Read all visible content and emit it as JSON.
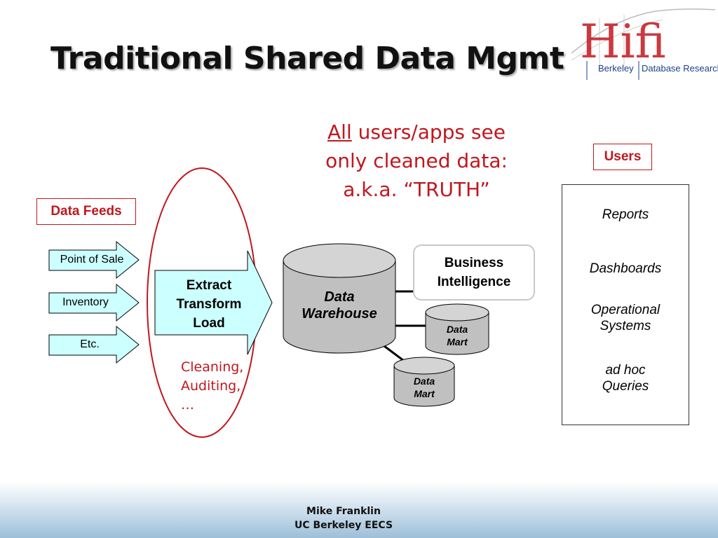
{
  "title": "Traditional Shared Data Mgmt",
  "logo": {
    "mark": "Hifi",
    "left_text": "Berkeley",
    "right_text": "Database Research",
    "colors": {
      "mark": "#c0171e",
      "text": "#1f3f8a"
    }
  },
  "callout": {
    "underlined": "All",
    "line1_rest": " users/apps see",
    "line2": "only cleaned data:",
    "line3": "a.k.a. “TRUTH”"
  },
  "data_feeds": {
    "label": "Data Feeds",
    "items": [
      "Point of Sale",
      "Inventory",
      "Etc."
    ]
  },
  "etl": {
    "line1": "Extract",
    "line2": "Transform",
    "line3": "Load"
  },
  "cleaning": {
    "line1": "Cleaning,",
    "line2": "Auditing,",
    "line3": "…"
  },
  "warehouse": {
    "line1": "Data",
    "line2": "Warehouse"
  },
  "business_intelligence": {
    "line1": "Business",
    "line2": "Intelligence"
  },
  "data_marts": [
    {
      "line1": "Data",
      "line2": "Mart"
    },
    {
      "line1": "Data",
      "line2": "Mart"
    }
  ],
  "users": {
    "label": "Users",
    "items": [
      {
        "line1": "Reports",
        "line2": ""
      },
      {
        "line1": "Dashboards",
        "line2": ""
      },
      {
        "line1": "Operational",
        "line2": "Systems"
      },
      {
        "line1": "ad hoc",
        "line2": "Queries"
      }
    ]
  },
  "footer": {
    "line1": "Mike Franklin",
    "line2": "UC Berkeley EECS"
  },
  "colors": {
    "accent_red": "#c0171e",
    "arrow_fill": "#ccffff",
    "cylinder_fill": "#c0c0c0",
    "footer_blue": "#9dbfd9"
  }
}
